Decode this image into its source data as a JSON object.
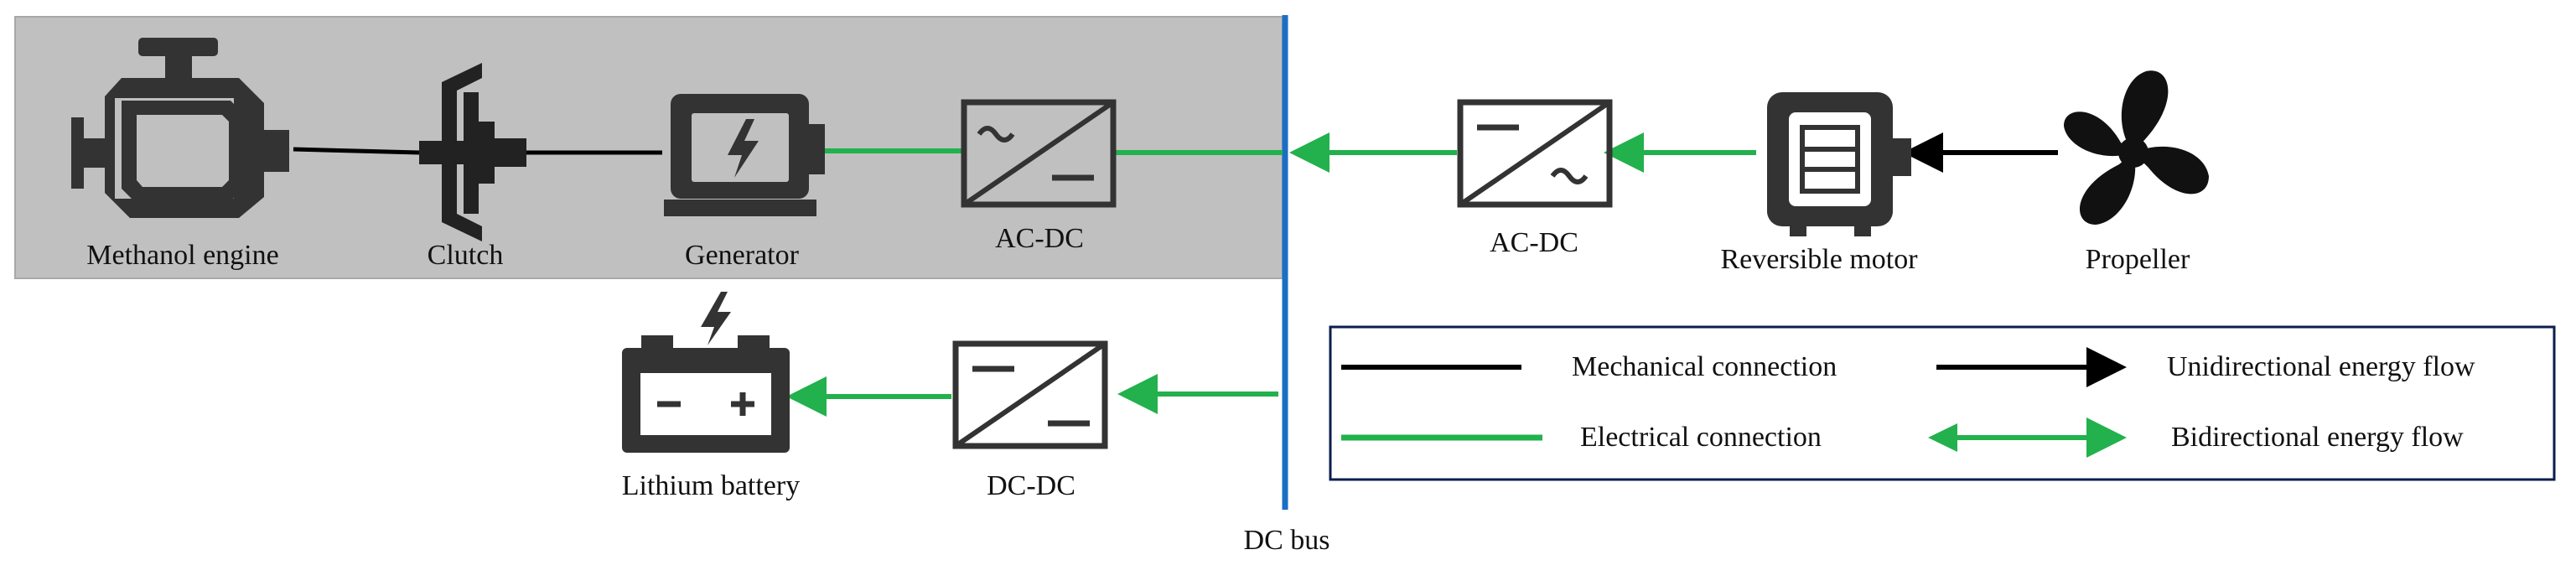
{
  "labels": {
    "methanol_engine": "Methanol engine",
    "clutch": "Clutch",
    "generator": "Generator",
    "acdc_left": "AC-DC",
    "acdc_right": "AC-DC",
    "reversible_motor": "Reversible motor",
    "propeller": "Propeller",
    "lithium_battery": "Lithium battery",
    "dcdc": "DC-DC",
    "dc_bus": "DC bus"
  },
  "legend": {
    "mechanical": "Mechanical connection",
    "electrical": "Electrical connection",
    "unidirectional": "Unidirectional energy flow",
    "bidirectional": "Bidirectional energy flow"
  },
  "colors": {
    "mechanical": "#000000",
    "electrical": "#22b14c",
    "dc_bus": "#1a6fc4",
    "highlight_box": "#c0c0c0",
    "icon": "#2b2b2b"
  },
  "icons": [
    "engine-icon",
    "clutch-icon",
    "generator-icon",
    "converter-icon",
    "motor-icon",
    "propeller-icon",
    "battery-icon"
  ]
}
